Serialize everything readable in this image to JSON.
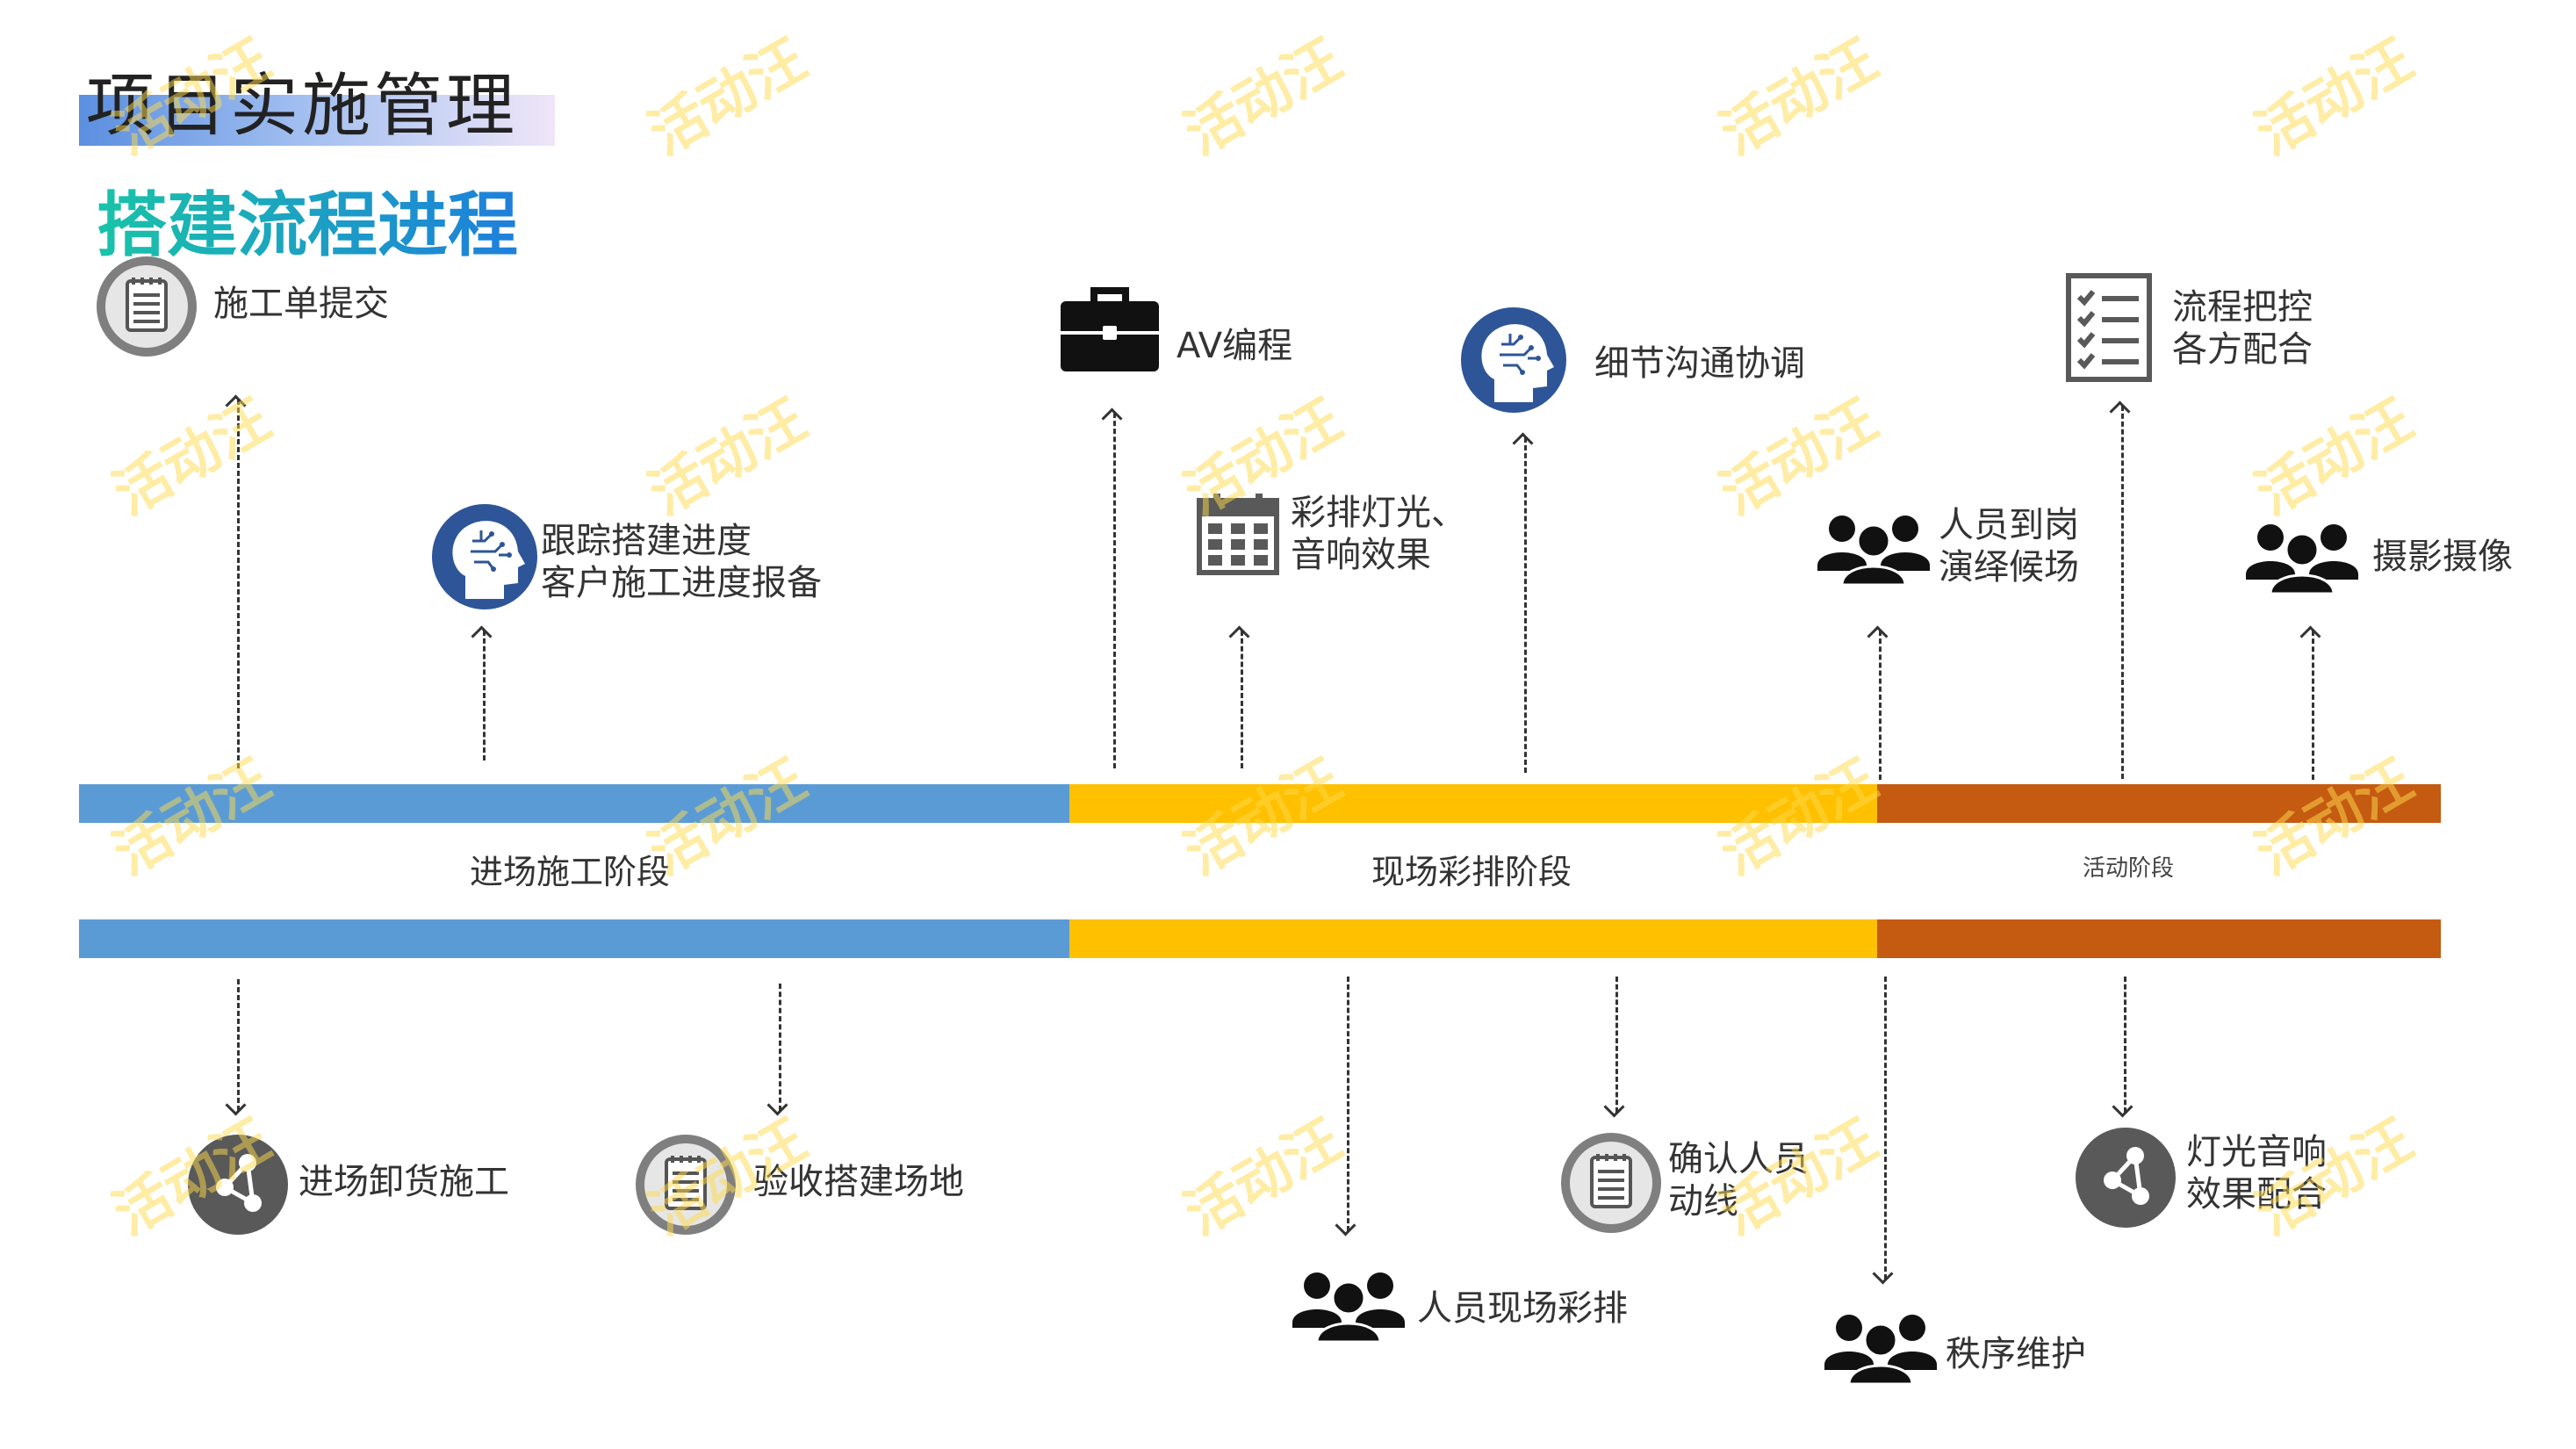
{
  "header": {
    "title": "项目实施管理",
    "subtitle": "搭建流程进程"
  },
  "stages": {
    "setup": "进场施工阶段",
    "rehearsal": "现场彩排阶段",
    "event": "活动阶段"
  },
  "colors": {
    "setup": "#5b9bd5",
    "rehearsal": "#ffc000",
    "event": "#c55a11"
  },
  "top_items": {
    "submit": "施工单提交",
    "track1": "跟踪搭建进度",
    "track2": "客户施工进度报备",
    "av": "AV编程",
    "light1": "彩排灯光、",
    "light2": "音响效果",
    "detail": "细节沟通协调",
    "staff1": "人员到岗",
    "staff2": "演绎候场",
    "flow1": "流程把控",
    "flow2": "各方配合",
    "photo": "摄影摄像"
  },
  "bottom_items": {
    "unload": "进场卸货施工",
    "accept": "验收搭建场地",
    "people_rehearsal": "人员现场彩排",
    "confirm1": "确认人员",
    "confirm2": "动线",
    "order": "秩序维护",
    "lightfx1": "灯光音响",
    "lightfx2": "效果配合"
  },
  "watermark": "活动汪"
}
